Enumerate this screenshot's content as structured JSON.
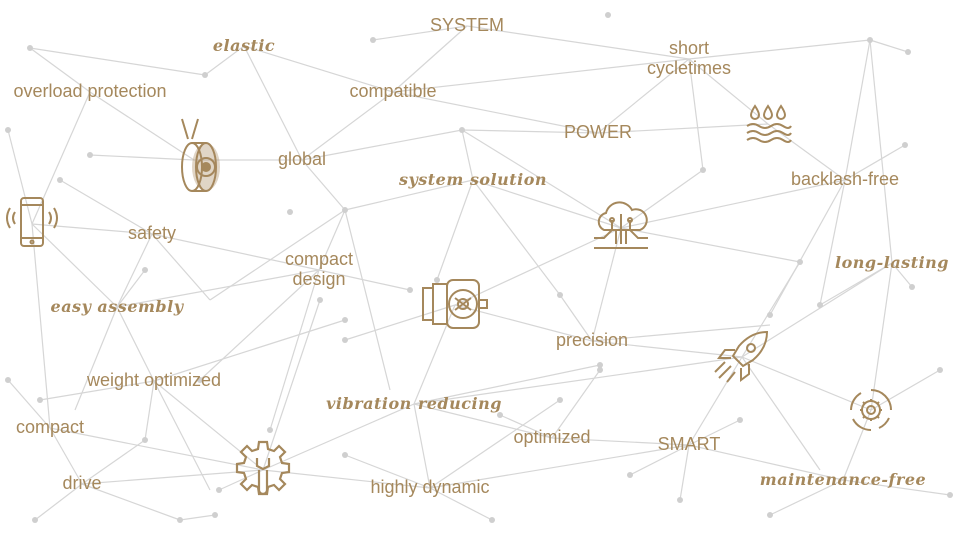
{
  "colors": {
    "text": "#a5885c",
    "line": "#d6d6d6",
    "dot": "#cfcfcf",
    "icon": "#a5885c"
  },
  "labels": {
    "system": "SYSTEM",
    "elastic": "elastic",
    "short_cycletimes": "short\ncycletimes",
    "overload_protection": "overload protection",
    "compatible": "compatible",
    "power": "POWER",
    "global": "global",
    "system_solution": "system solution",
    "backlash_free": "backlash-free",
    "safety": "safety",
    "compact_design": "compact\ndesign",
    "long_lasting": "long-lasting",
    "easy_assembly": "easy assembly",
    "precision": "precision",
    "weight_optimized": "weight optimized",
    "vibration_reducing": "vibration reducing",
    "compact": "compact",
    "optimized": "optimized",
    "smart": "SMART",
    "drive": "drive",
    "highly_dynamic": "highly dynamic",
    "maintenance_free": "maintenance-free"
  },
  "icons": [
    "coupling-icon",
    "smartphone-icon",
    "water-waves-icon",
    "cloud-circuit-icon",
    "motor-icon",
    "rocket-icon",
    "gear-orbit-icon",
    "wrench-gear-icon"
  ]
}
